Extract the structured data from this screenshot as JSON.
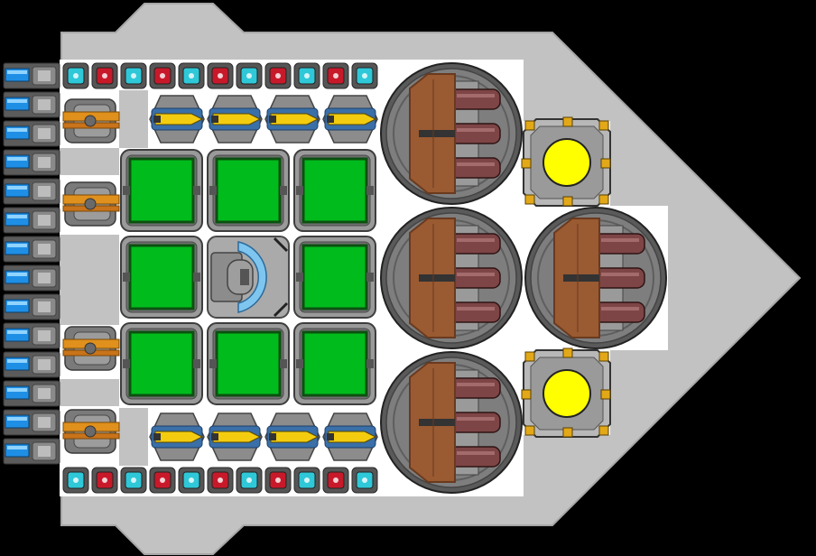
{
  "scene": {
    "title": "",
    "colors": {
      "background": "#000000",
      "hull": "#c2c2c2",
      "hull_edge": "#a6a6a6",
      "deck": "#ffffff",
      "block_frame": "#6f6f6f",
      "block_frame_light": "#9a9a9a",
      "armor_green": "#00bb1c",
      "armor_green_border": "#0c5010",
      "thruster_blue": "#1f8fe6",
      "thruster_body": "#5b5b5b",
      "light_cyan": "#2fc8d8",
      "light_red": "#c8192a",
      "turret_copper": "#9a5a32",
      "turret_copper_dark": "#6a3a1e",
      "barrel": "#7e4546",
      "missile_gold": "#f3cc10",
      "missile_frame": "#3a6fa8",
      "gun_orange": "#e0901c",
      "core_yellow": "#ffff00",
      "core_frame": "#8e8e8e",
      "core_bolt": "#e2a818",
      "cockpit_blue": "#7ec6f0"
    }
  },
  "parts": {
    "thrusters": {
      "icon": "thruster-icon",
      "count": 14
    },
    "light_rows": [
      {
        "row": "top",
        "pattern": [
          "cyan",
          "red",
          "cyan",
          "red",
          "cyan",
          "red",
          "cyan",
          "red",
          "cyan",
          "red",
          "cyan"
        ]
      },
      {
        "row": "bottom",
        "pattern": [
          "cyan",
          "red",
          "cyan",
          "red",
          "cyan",
          "red",
          "cyan",
          "red",
          "cyan",
          "red",
          "cyan"
        ]
      }
    ],
    "side_guns": {
      "icon": "gun-icon",
      "count": 4
    },
    "missile_racks": {
      "icon": "missile-icon",
      "rows": 2,
      "per_row": 4
    },
    "armor_blocks": {
      "icon": "armor-block-icon",
      "count": 8
    },
    "cockpit": {
      "icon": "cockpit-icon"
    },
    "turrets": {
      "icon": "cannon-turret-icon",
      "count": 4
    },
    "power_cores": {
      "icon": "power-core-icon",
      "count": 2
    }
  }
}
